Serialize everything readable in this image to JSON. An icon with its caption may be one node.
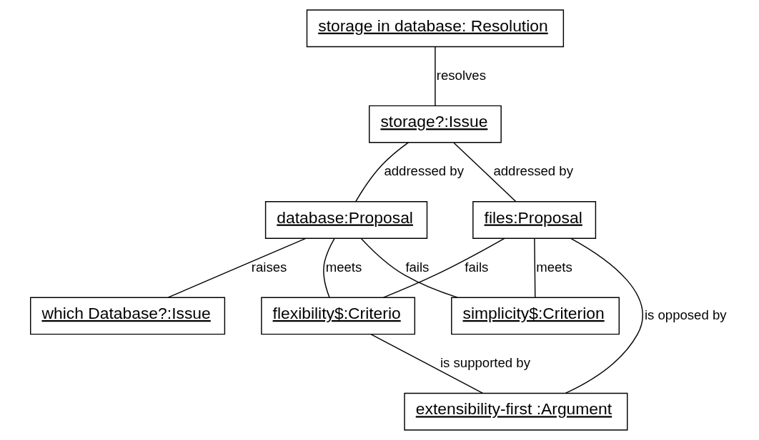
{
  "diagram": {
    "nodes": [
      {
        "text": [
          "storage in database: Resolution"
        ]
      },
      {
        "text": [
          "storage?:Issue"
        ]
      },
      {
        "text": [
          "database:Proposal"
        ]
      },
      {
        "text": [
          "files:Proposal"
        ]
      },
      {
        "text": [
          "which Database?:Issue"
        ]
      },
      {
        "text": [
          "flexibility$:Criterio"
        ]
      },
      {
        "text": [
          "simplicity$:Criterion"
        ]
      },
      {
        "text": [
          "extensibility-first :Argument"
        ]
      }
    ],
    "edges": [
      {
        "from": 0,
        "to": 1,
        "arrow": "none",
        "label": "resolves"
      },
      {
        "from": 1,
        "to": 2,
        "arrow": "none",
        "label": "addressed by"
      },
      {
        "from": 1,
        "to": 3,
        "arrow": "none",
        "label": "addressed by"
      },
      {
        "from": 2,
        "to": 4,
        "arrow": "none",
        "label": "raises"
      },
      {
        "from": 2,
        "to": 5,
        "arrow": "none",
        "label": "meets"
      },
      {
        "from": 2,
        "to": 6,
        "arrow": "none",
        "label": "fails"
      },
      {
        "from": 3,
        "to": 5,
        "arrow": "none",
        "label": "fails"
      },
      {
        "from": 3,
        "to": 6,
        "arrow": "none",
        "label": "meets"
      },
      {
        "from": 3,
        "to": 7,
        "arrow": "none",
        "label": "is opposed by"
      },
      {
        "from": 5,
        "to": 7,
        "arrow": "none",
        "label": "is supported by"
      }
    ]
  }
}
